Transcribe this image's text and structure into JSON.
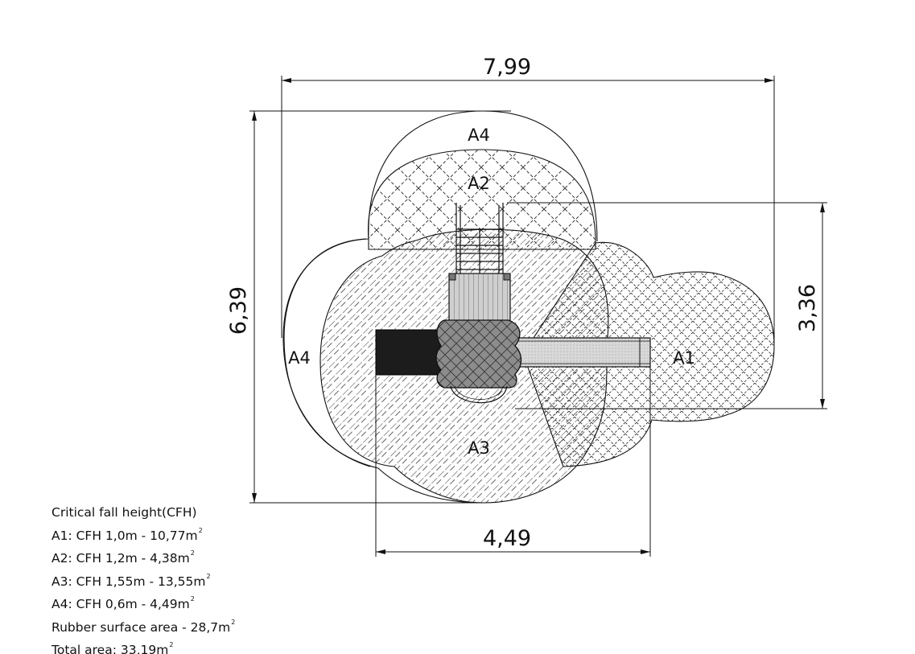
{
  "dimensions": {
    "total_width": "7,99",
    "total_depth": "6,39",
    "right_depth": "3,36",
    "lower_width": "4,49"
  },
  "zones": {
    "a1": "A1",
    "a2": "A2",
    "a3": "A3",
    "a4_top": "A4",
    "a4_left": "A4"
  },
  "legend": {
    "title": "Critical fall height(CFH)",
    "items": [
      {
        "text": "A1: CFH 1,0m - 10,77m",
        "sup": "2"
      },
      {
        "text": "A2: CFH 1,2m - 4,38m",
        "sup": "2"
      },
      {
        "text": "A3: CFH 1,55m - 13,55m",
        "sup": "2"
      },
      {
        "text": "A4: CFH 0,6m - 4,49m",
        "sup": "2"
      },
      {
        "text": "Rubber surface area - 28,7m",
        "sup": "2"
      },
      {
        "text": "Total area: 33,19m",
        "sup": "2"
      }
    ]
  },
  "colors": {
    "line": "#111111",
    "platform": "#8a8a8a",
    "slide": "#d6d6d6",
    "deck": "#1c1c1c",
    "tower": "#c9c9c9"
  }
}
